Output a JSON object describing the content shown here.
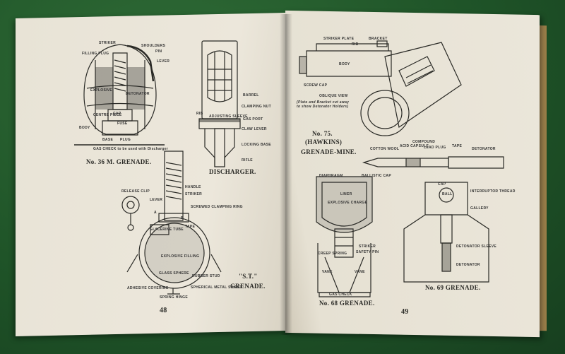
{
  "left_page": {
    "page_number": "48",
    "grenade36": {
      "caption": "No. 36 M. GRENADE.",
      "labels": [
        "STRIKER",
        "SHOULDERS",
        "PIN",
        "LEVER",
        "FILLING PLUG",
        "EXPLOSIVE",
        "DETONATOR",
        "CENTRE PIECE",
        "CAP",
        "FUSE",
        "BODY",
        "BASE",
        "PLUG"
      ],
      "gas_check": "GAS CHECK to be used with Discharger"
    },
    "discharger": {
      "caption": "DISCHARGER.",
      "labels": [
        "BARREL",
        "CLAMPING NUT",
        "RIB",
        "ADJUSTING SLEEVE",
        "GAS PORT",
        "CLAW LEVER",
        "LOCKING BASE",
        "RIFLE"
      ]
    },
    "st_grenade": {
      "caption_line1": "\"S.T.\"",
      "caption_line2": "GRENADE.",
      "labels": [
        "HANDLE",
        "STRIKER",
        "RELEASE CLIP",
        "LEVER",
        "SCREWED CLAMPING RING",
        "TAPE",
        "GLYCERINE TUBE",
        "EXPLOSIVE FILLING",
        "GLASS SPHERE",
        "RUBBER STUD",
        "ADHESIVE COVERING",
        "SPRING HINGE",
        "SPHERICAL METAL SHIELD",
        "A",
        "B"
      ]
    }
  },
  "right_page": {
    "page_number": "49",
    "hawkins": {
      "caption_line1": "No. 75.",
      "caption_line2": "(HAWKINS)",
      "caption_line3": "GRENADE-MINE.",
      "labels": [
        "STRIKER PLATE",
        "BRACKET",
        "RIB",
        "BODY",
        "SCREW CAP",
        "OBLIQUE VIEW",
        "(Plate and Bracket cut away to show Detonator Holders)"
      ]
    },
    "detonator": {
      "labels": [
        "COMPOUND",
        "COTTON WOOL",
        "ACID CAPSULE",
        "LEAD PLUG",
        "TAPE",
        "DETONATOR"
      ]
    },
    "grenade68": {
      "caption": "No. 68 GRENADE.",
      "labels": [
        "DIAPHRAGM",
        "BALLISTIC CAP",
        "LINER",
        "EXPLOSIVE CHARGE",
        "STRIKER",
        "SAFETY PIN",
        "CREEP SPRING",
        "VANE",
        "VANE",
        "GAS CHECK"
      ]
    },
    "grenade69": {
      "caption": "No. 69 GRENADE.",
      "labels": [
        "CAP",
        "BALL",
        "INTERRUPTOR THREAD",
        "GALLERY",
        "DETONATOR SLEEVE",
        "DETONATOR"
      ]
    }
  },
  "colors": {
    "felt": "#1f5428",
    "paper": "#ebe6da",
    "ink": "#2a2a26",
    "edge": "#b69a62"
  }
}
